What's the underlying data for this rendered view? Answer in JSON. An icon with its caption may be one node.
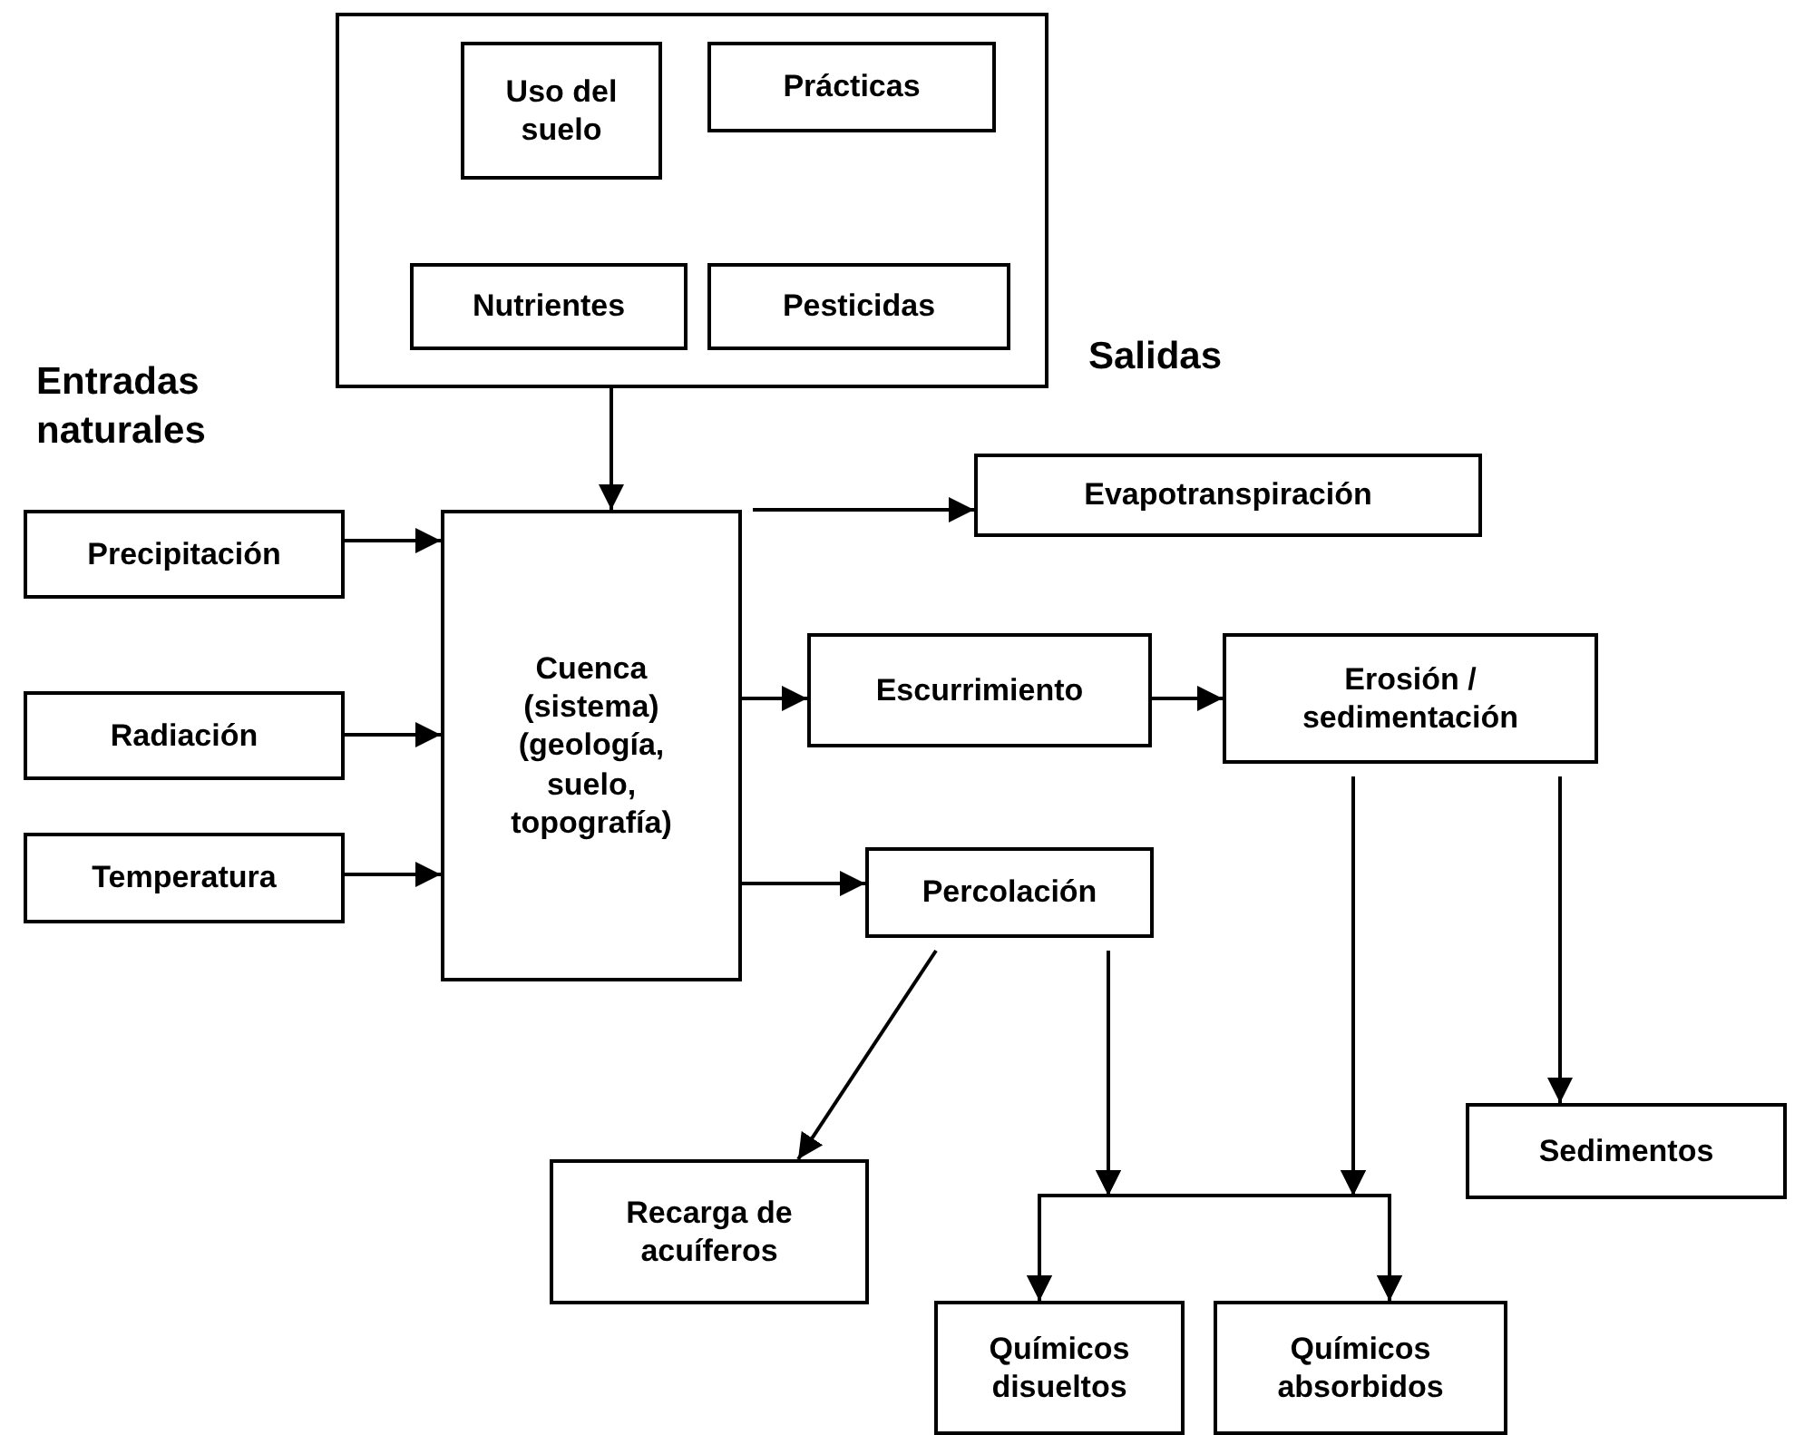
{
  "diagram": {
    "nodes": [
      {
        "text": [],
        "shape": "box"
      },
      {
        "text": [
          "Uso del suelo"
        ],
        "in": 0
      },
      {
        "text": [
          "Prácticas"
        ],
        "in": 0
      },
      {
        "text": [
          "Nutrientes"
        ],
        "in": 0
      },
      {
        "text": [
          "Pesticidas"
        ],
        "in": 0
      },
      {
        "text": [
          "Precipitación"
        ]
      },
      {
        "text": [
          "Radiación"
        ]
      },
      {
        "text": [
          "Temperatura"
        ]
      },
      {
        "text": [
          "Cuenca (sistema) (geología, suelo, topografía)"
        ]
      },
      {
        "text": [
          "Evapotranspiración"
        ]
      },
      {
        "text": [
          "Escurrimiento"
        ]
      },
      {
        "text": [
          "Erosión / sedimentación"
        ]
      },
      {
        "text": [
          "Percolación"
        ]
      },
      {
        "text": [
          "Sedimentos"
        ]
      },
      {
        "text": [
          "Recarga de acuíferos"
        ]
      },
      {
        "text": [
          "Químicos disueltos"
        ]
      },
      {
        "text": [
          "Químicos absorbidos"
        ]
      }
    ],
    "edges": [
      {
        "from": 0,
        "to": 8,
        "arrow": "to"
      },
      {
        "from": 5,
        "to": 8,
        "arrow": "to"
      },
      {
        "from": 6,
        "to": 8,
        "arrow": "to"
      },
      {
        "from": 7,
        "to": 8,
        "arrow": "to"
      },
      {
        "from": 8,
        "to": 9,
        "arrow": "to"
      },
      {
        "from": 8,
        "to": 10,
        "arrow": "to"
      },
      {
        "from": 10,
        "to": 11,
        "arrow": "to"
      },
      {
        "from": 8,
        "to": 12,
        "arrow": "to"
      },
      {
        "from": 12,
        "to": 14,
        "arrow": "to"
      },
      {
        "from": 12,
        "to": 15,
        "arrow": "to"
      },
      {
        "from": 12,
        "to": 16,
        "arrow": "to"
      },
      {
        "from": 11,
        "to": 15,
        "arrow": "to"
      },
      {
        "from": 11,
        "to": 16,
        "arrow": "to"
      },
      {
        "from": 11,
        "to": 13,
        "arrow": "to"
      }
    ],
    "labels": [
      "Entradas naturales",
      "Salidas"
    ]
  }
}
